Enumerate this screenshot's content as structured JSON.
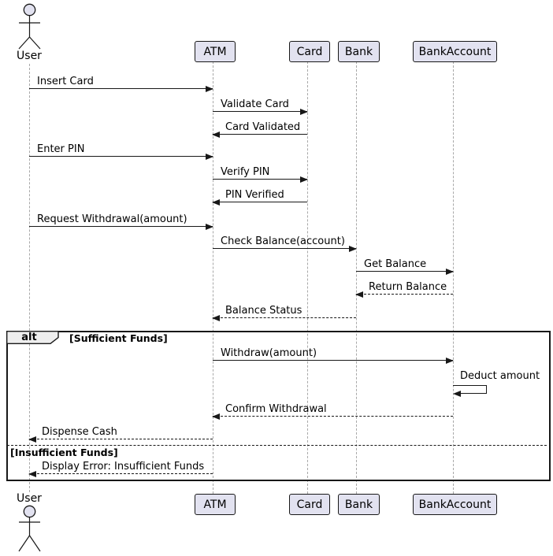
{
  "actor": {
    "name": "User"
  },
  "participants": [
    {
      "name": "ATM"
    },
    {
      "name": "Card"
    },
    {
      "name": "Bank"
    },
    {
      "name": "BankAccount"
    }
  ],
  "frame": {
    "operator": "alt",
    "guards": [
      "[Sufficient Funds]",
      "[Insufficient Funds]"
    ]
  },
  "messages": [
    {
      "label": "Insert Card",
      "from": "User",
      "to": "ATM",
      "line": "solid"
    },
    {
      "label": "Validate Card",
      "from": "ATM",
      "to": "Card",
      "line": "solid"
    },
    {
      "label": "Card Validated",
      "from": "Card",
      "to": "ATM",
      "line": "solid"
    },
    {
      "label": "Enter PIN",
      "from": "User",
      "to": "ATM",
      "line": "solid"
    },
    {
      "label": "Verify PIN",
      "from": "ATM",
      "to": "Card",
      "line": "solid"
    },
    {
      "label": "PIN Verified",
      "from": "Card",
      "to": "ATM",
      "line": "solid"
    },
    {
      "label": "Request Withdrawal(amount)",
      "from": "User",
      "to": "ATM",
      "line": "solid"
    },
    {
      "label": "Check Balance(account)",
      "from": "ATM",
      "to": "Bank",
      "line": "solid"
    },
    {
      "label": "Get Balance",
      "from": "Bank",
      "to": "BankAccount",
      "line": "solid"
    },
    {
      "label": "Return Balance",
      "from": "BankAccount",
      "to": "Bank",
      "line": "dashed"
    },
    {
      "label": "Balance Status",
      "from": "Bank",
      "to": "ATM",
      "line": "dashed"
    },
    {
      "label": "Withdraw(amount)",
      "from": "ATM",
      "to": "BankAccount",
      "line": "solid"
    },
    {
      "label": "Deduct amount",
      "from": "BankAccount",
      "to": "BankAccount",
      "line": "solid"
    },
    {
      "label": "Confirm Withdrawal",
      "from": "BankAccount",
      "to": "ATM",
      "line": "dashed"
    },
    {
      "label": "Dispense Cash",
      "from": "ATM",
      "to": "User",
      "line": "dashed"
    },
    {
      "label": "Display Error: Insufficient Funds",
      "from": "ATM",
      "to": "User",
      "line": "dashed"
    }
  ],
  "colors": {
    "participant_fill": "#E2E2F0",
    "border": "#181818",
    "lifeline": "#A8A8A8",
    "frame_tab_fill": "#EEEEEE",
    "background": "#FFFFFF"
  }
}
